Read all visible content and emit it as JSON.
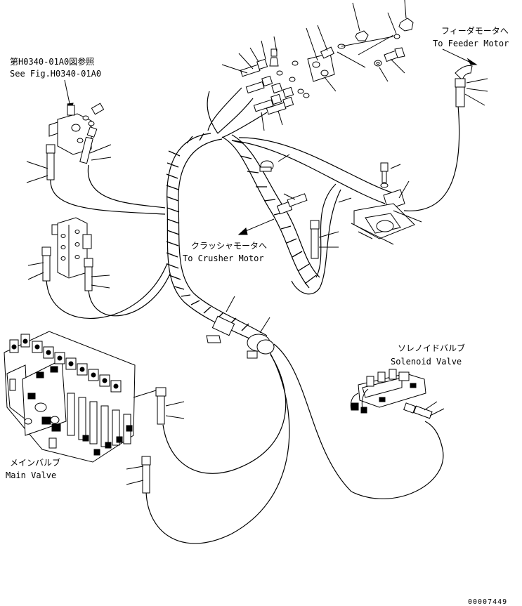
{
  "labels": {
    "see_fig_jp": "第H0340-01A0図参照",
    "see_fig_en": "See Fig.H0340-01A0",
    "feeder_jp": "フィーダモータへ",
    "feeder_en": "To Feeder Motor",
    "crusher_jp": "クラッシャモータへ",
    "crusher_en": "To Crusher Motor",
    "solenoid_jp": "ソレノイドバルブ",
    "solenoid_en": "Solenoid Valve",
    "main_valve_jp": "メインバルブ",
    "main_valve_en": "Main Valve"
  },
  "document_number": "00007449"
}
